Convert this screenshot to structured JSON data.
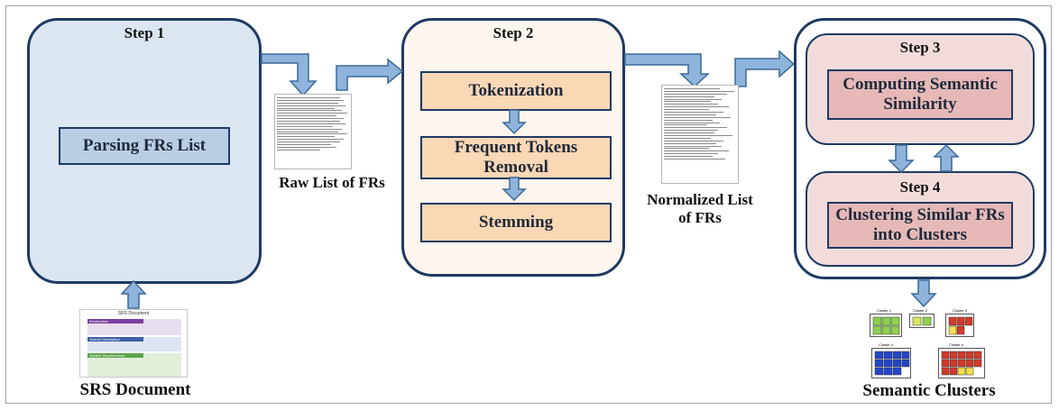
{
  "steps": {
    "step1": {
      "title": "Step 1",
      "task": "Parsing FRs List"
    },
    "step2": {
      "title": "Step 2",
      "tasks": [
        "Tokenization",
        "Frequent Tokens Removal",
        "Stemming"
      ]
    },
    "step3": {
      "title": "Step 3",
      "task": "Computing Semantic Similarity"
    },
    "step4": {
      "title": "Step 4",
      "task": "Clustering Similar FRs into Clusters"
    }
  },
  "artifacts": {
    "raw_list": "Raw List of FRs",
    "normalized_list": "Normalized List of FRs",
    "srs_document": "SRS Document",
    "semantic_clusters": "Semantic Clusters"
  },
  "srs_thumbnail": {
    "heading": "SRS Document",
    "sections": [
      "Introduction",
      "Overall Description",
      "System Requirements"
    ]
  },
  "cluster_thumbnail": {
    "labels": [
      "Cluster 1",
      "Cluster 2",
      "Cluster 3",
      "Cluster 4",
      "Cluster n"
    ]
  },
  "colors": {
    "border": "#1f3a63",
    "step1_fill": "#dce6f2",
    "step1_task_fill": "#b9cde5",
    "step2_fill": "#fdf6ee",
    "step2_task_fill": "#fad7b5",
    "step34_fill": "#f2dcdb",
    "step34_task_fill": "#e6b9b8",
    "arrow": "#8fb4dc",
    "arrow_border": "#3a6a98"
  }
}
